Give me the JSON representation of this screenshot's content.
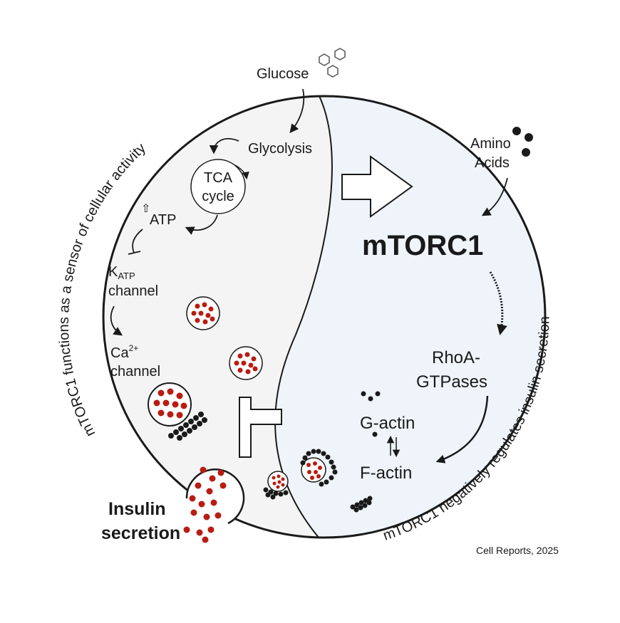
{
  "labels": {
    "glucose": "Glucose",
    "glycolysis": "Glycolysis",
    "tca_line1": "TCA",
    "tca_line2": "cycle",
    "atp": "ATP",
    "katp_k": "K",
    "katp_sub": "ATP",
    "katp_channel": "channel",
    "ca_main": "Ca",
    "ca_sup": "2+",
    "ca_channel": "channel",
    "amino_line1": "Amino",
    "amino_line2": "Acids",
    "mtorc1": "mTORC1",
    "rhoa_line1": "RhoA-",
    "rhoa_line2": "GTPases",
    "g_actin": "G-actin",
    "f_actin": "F-actin",
    "insulin_line1": "Insulin",
    "insulin_line2": "secretion",
    "curved_left": "mTORC1 functions as a sensor of cellular activity",
    "curved_right": "mTORC1  negatively regulates insulin secretion",
    "credit": "Cell Reports, 2025"
  },
  "colors": {
    "cell_left": "#f4f4f4",
    "cell_right": "#eef4fa",
    "outline": "#1a1a1a",
    "granule": "#b81c12"
  }
}
